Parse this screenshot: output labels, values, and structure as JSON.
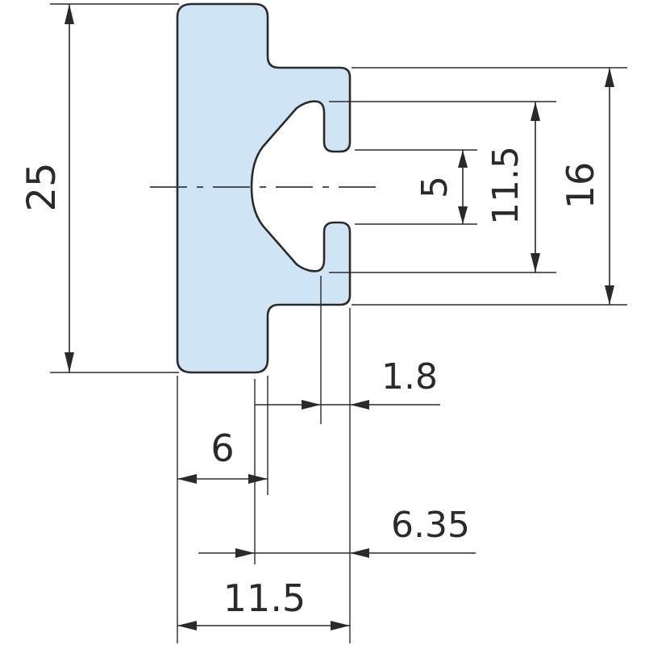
{
  "drawing": {
    "profile_fill": "#cfe4f5",
    "line_color": "#2a2a2a",
    "dimensions": {
      "height_total": "25",
      "flange_height": "16",
      "outer_slot": "11.5",
      "slot_opening": "5",
      "lip_thickness": "1.8",
      "base_thickness": "6",
      "slot_offset": "6.35",
      "width_total": "11.5"
    }
  }
}
